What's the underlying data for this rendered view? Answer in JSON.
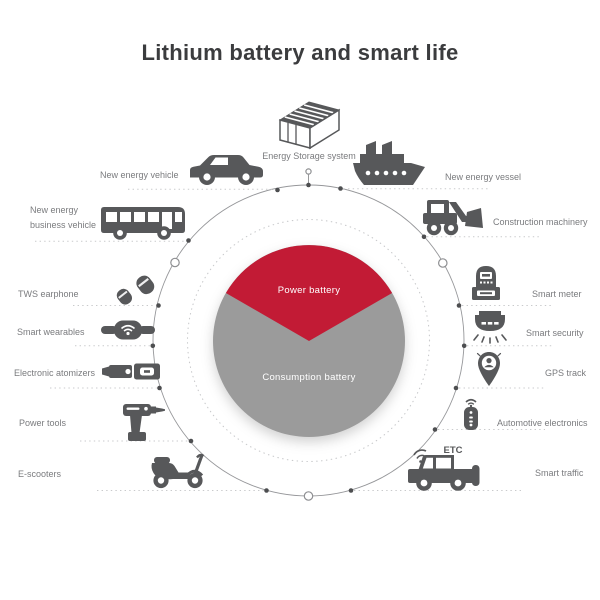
{
  "title": "Lithium battery and smart life",
  "colors": {
    "power_red": "#c21b35",
    "consumption_gray": "#9b9b9b",
    "icon_gray": "#57585a",
    "label_gray": "#7a7b7e",
    "line_gray": "#c9cacc"
  },
  "center": {
    "power_label": "Power battery",
    "consumption_label": "Consumption battery",
    "power_share_deg": 120
  },
  "top_item": {
    "label": "Energy Storage system",
    "icon": "energy-storage-container-icon"
  },
  "left": [
    {
      "label": "New energy vehicle",
      "icon": "car-icon"
    },
    {
      "label": "New energy business vehicle",
      "icon": "bus-icon"
    },
    {
      "label": "TWS earphone",
      "icon": "earbuds-icon"
    },
    {
      "label": "Smart wearables",
      "icon": "wristband-icon"
    },
    {
      "label": "Electronic atomizers",
      "icon": "atomizer-icon"
    },
    {
      "label": "Power tools",
      "icon": "drill-icon"
    },
    {
      "label": "E-scooters",
      "icon": "scooter-icon"
    }
  ],
  "right": [
    {
      "label": "New energy vessel",
      "icon": "ship-icon"
    },
    {
      "label": "Construction machinery",
      "icon": "loader-icon"
    },
    {
      "label": "Smart meter",
      "icon": "meter-icon"
    },
    {
      "label": "Smart security",
      "icon": "dome-camera-icon"
    },
    {
      "label": "GPS track",
      "icon": "gps-pin-icon"
    },
    {
      "label": "Automotive electronics",
      "icon": "key-fob-icon"
    },
    {
      "label": "Smart traffic",
      "icon": "etc-car-icon",
      "badge": "ETC"
    }
  ]
}
